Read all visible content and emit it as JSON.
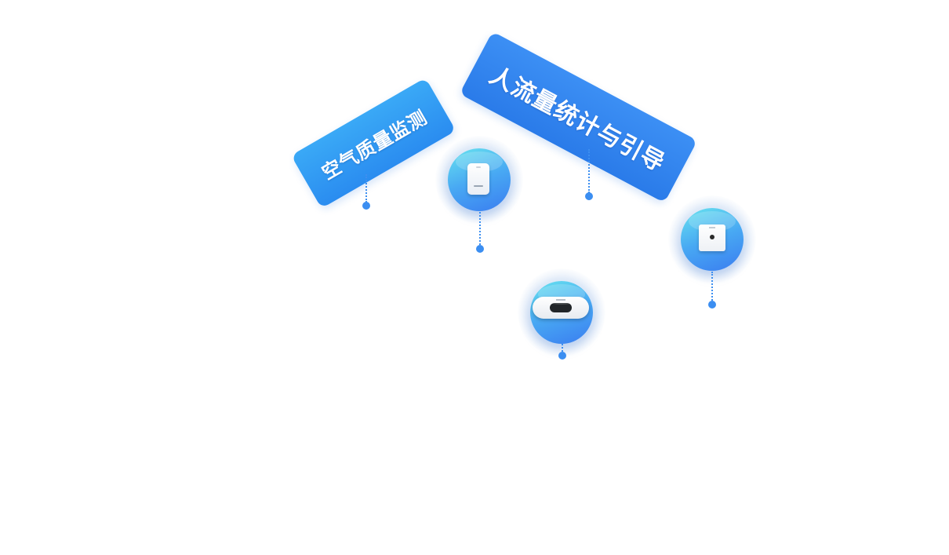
{
  "labels": {
    "air_quality": "空气质量监测",
    "people_flow": "人流量统计与引导"
  },
  "devices": [
    {
      "name": "wall-panel-sensor",
      "icon": "panel-device-icon"
    },
    {
      "name": "people-counter-bar",
      "icon": "bar-device-icon"
    },
    {
      "name": "square-camera-sensor",
      "icon": "square-device-icon"
    }
  ],
  "colors": {
    "banner_light": "#3aa9f6",
    "banner_dark": "#2a7be9",
    "bubble_top": "#67e3ef",
    "bubble_bottom": "#3a7df0",
    "leader": "#3d8ff0"
  }
}
